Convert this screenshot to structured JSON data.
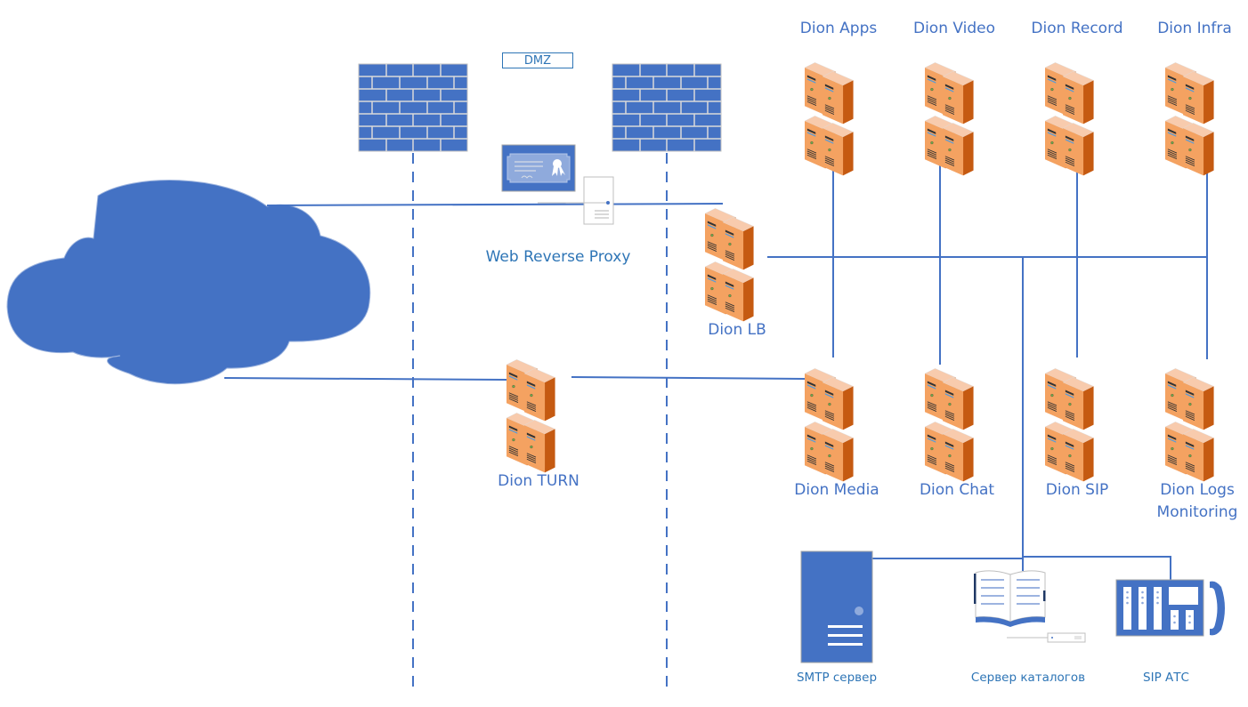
{
  "diagram": {
    "zone_label": "DMZ",
    "colors": {
      "accent_blue": "#4472C4",
      "label_blue": "#2E75B6",
      "server_orange": "#E87A2C",
      "server_orange_light": "#F4B183",
      "server_orange_dark": "#C55A11"
    },
    "internet": {
      "icon": "cloud-icon"
    },
    "firewalls": [
      {
        "id": "fw-outer",
        "icon": "firewall-icon"
      },
      {
        "id": "fw-inner",
        "icon": "firewall-icon"
      }
    ],
    "dmz_nodes": [
      {
        "id": "web-reverse-proxy",
        "label": "Web Reverse Proxy",
        "icon": "certificate-icon"
      },
      {
        "id": "dion-turn",
        "label": "Dion TURN",
        "icon": "server-cluster-icon"
      }
    ],
    "load_balancer": {
      "id": "dion-lb",
      "label": "Dion LB",
      "icon": "server-cluster-icon"
    },
    "top_servers": [
      {
        "id": "dion-apps",
        "label": "Dion Apps",
        "icon": "server-cluster-icon"
      },
      {
        "id": "dion-video",
        "label": "Dion Video",
        "icon": "server-cluster-icon"
      },
      {
        "id": "dion-record",
        "label": "Dion Record",
        "icon": "server-cluster-icon"
      },
      {
        "id": "dion-infra",
        "label": "Dion Infra",
        "icon": "server-cluster-icon"
      }
    ],
    "bottom_servers": [
      {
        "id": "dion-media",
        "label": "Dion Media",
        "icon": "server-cluster-icon"
      },
      {
        "id": "dion-chat",
        "label": "Dion Chat",
        "icon": "server-cluster-icon"
      },
      {
        "id": "dion-sip",
        "label": "Dion SIP",
        "icon": "server-cluster-icon"
      },
      {
        "id": "dion-logs",
        "label": "Dion Logs",
        "label2": "Monitoring",
        "icon": "server-cluster-icon"
      }
    ],
    "external_systems": [
      {
        "id": "smtp",
        "label": "SMTP сервер",
        "icon": "tower-server-icon"
      },
      {
        "id": "catalog",
        "label": "Сервер каталогов",
        "icon": "directory-book-icon"
      },
      {
        "id": "sip-pbx",
        "label": "SIP АТС",
        "icon": "pbx-phone-icon"
      }
    ],
    "connections": [
      {
        "from": "internet",
        "to": "dion-lb",
        "via": "web-reverse-proxy"
      },
      {
        "from": "internet",
        "to": "dion-turn"
      },
      {
        "from": "dion-turn",
        "to": "dion-media"
      },
      {
        "from": "dion-lb",
        "to": "backend-bus"
      },
      {
        "from": "dion-apps",
        "to": "dion-media"
      },
      {
        "from": "dion-video",
        "to": "dion-chat"
      },
      {
        "from": "dion-record",
        "to": "dion-sip"
      },
      {
        "from": "dion-infra",
        "to": "dion-logs"
      },
      {
        "from": "backend-bus",
        "to": "external-bus"
      },
      {
        "from": "external-bus",
        "to": "smtp"
      },
      {
        "from": "external-bus",
        "to": "catalog"
      },
      {
        "from": "external-bus",
        "to": "sip-pbx"
      }
    ]
  }
}
